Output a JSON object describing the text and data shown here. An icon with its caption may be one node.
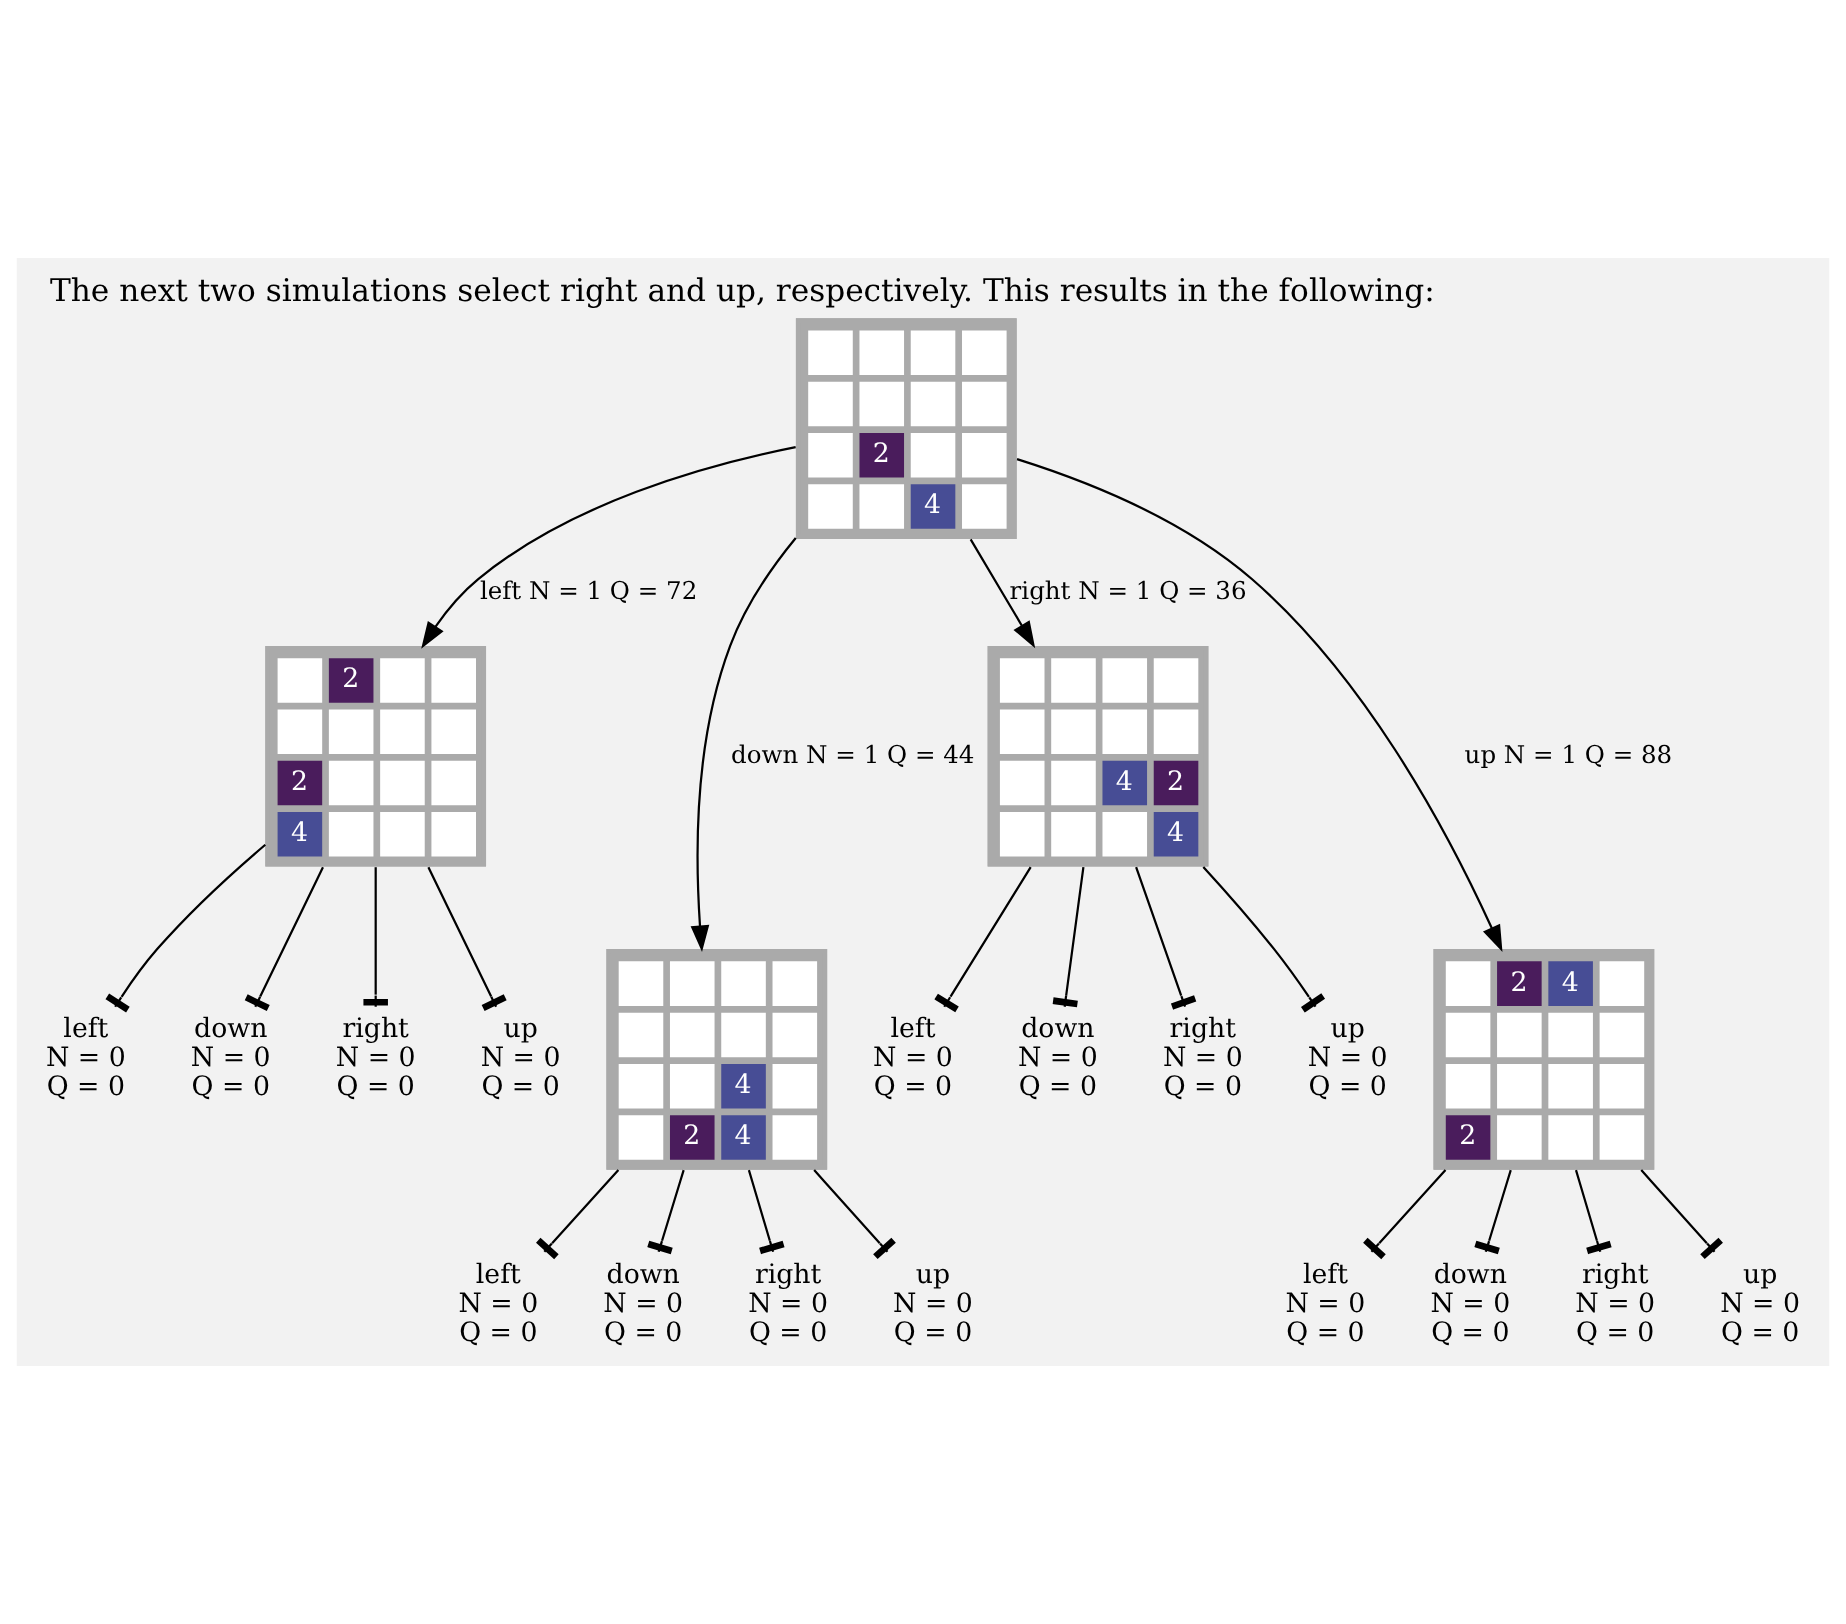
{
  "diagram": {
    "title": "The next two simulations select right and up, respectively. This results in the following:",
    "nodes": [
      {
        "text": [
          "2",
          "4"
        ]
      },
      {
        "text": [
          "2",
          "2",
          "4"
        ]
      },
      {
        "text": [
          "4",
          "2",
          "4"
        ]
      },
      {
        "text": [
          "4",
          "2",
          "4"
        ]
      },
      {
        "text": [
          "2",
          "4",
          "2"
        ]
      },
      {
        "text": [
          "left",
          "N = 0",
          "Q = 0"
        ]
      },
      {
        "text": [
          "down",
          "N = 0",
          "Q = 0"
        ]
      },
      {
        "text": [
          "right",
          "N = 0",
          "Q = 0"
        ]
      },
      {
        "text": [
          "up",
          "N = 0",
          "Q = 0"
        ]
      },
      {
        "text": [
          "left",
          "N = 0",
          "Q = 0"
        ]
      },
      {
        "text": [
          "down",
          "N = 0",
          "Q = 0"
        ]
      },
      {
        "text": [
          "right",
          "N = 0",
          "Q = 0"
        ]
      },
      {
        "text": [
          "up",
          "N = 0",
          "Q = 0"
        ]
      },
      {
        "text": [
          "left",
          "N = 0",
          "Q = 0"
        ]
      },
      {
        "text": [
          "down",
          "N = 0",
          "Q = 0"
        ]
      },
      {
        "text": [
          "right",
          "N = 0",
          "Q = 0"
        ]
      },
      {
        "text": [
          "up",
          "N = 0",
          "Q = 0"
        ]
      },
      {
        "text": [
          "left",
          "N = 0",
          "Q = 0"
        ]
      },
      {
        "text": [
          "down",
          "N = 0",
          "Q = 0"
        ]
      },
      {
        "text": [
          "right",
          "N = 0",
          "Q = 0"
        ]
      },
      {
        "text": [
          "up",
          "N = 0",
          "Q = 0"
        ]
      }
    ],
    "edges": [
      {
        "from": 0,
        "to": 1,
        "arrow": "to",
        "label": "left N = 1 Q = 72"
      },
      {
        "from": 0,
        "to": 2,
        "arrow": "to",
        "label": "down N = 1 Q = 44"
      },
      {
        "from": 0,
        "to": 3,
        "arrow": "to",
        "label": "right N = 1 Q = 36"
      },
      {
        "from": 0,
        "to": 4,
        "arrow": "to",
        "label": "up N = 1 Q = 88"
      },
      {
        "from": 1,
        "to": 5,
        "arrow": "other"
      },
      {
        "from": 1,
        "to": 6,
        "arrow": "other"
      },
      {
        "from": 1,
        "to": 7,
        "arrow": "other"
      },
      {
        "from": 1,
        "to": 8,
        "arrow": "other"
      },
      {
        "from": 2,
        "to": 9,
        "arrow": "other"
      },
      {
        "from": 2,
        "to": 10,
        "arrow": "other"
      },
      {
        "from": 2,
        "to": 11,
        "arrow": "other"
      },
      {
        "from": 2,
        "to": 12,
        "arrow": "other"
      },
      {
        "from": 3,
        "to": 13,
        "arrow": "other"
      },
      {
        "from": 3,
        "to": 14,
        "arrow": "other"
      },
      {
        "from": 3,
        "to": 15,
        "arrow": "other"
      },
      {
        "from": 3,
        "to": 16,
        "arrow": "other"
      },
      {
        "from": 4,
        "to": 17,
        "arrow": "other"
      },
      {
        "from": 4,
        "to": 18,
        "arrow": "other"
      },
      {
        "from": 4,
        "to": 19,
        "arrow": "other"
      },
      {
        "from": 4,
        "to": 20,
        "arrow": "other"
      }
    ]
  }
}
